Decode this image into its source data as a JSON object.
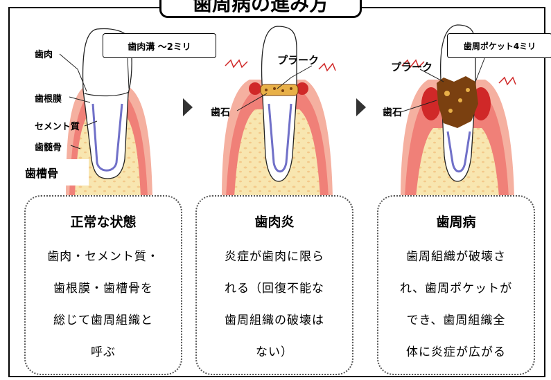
{
  "title": "歯周病の進み方",
  "labels": {
    "gum": "歯肉",
    "pdl": "歯根膜",
    "cementum": "セメント質",
    "bone_marrow": "歯髄骨",
    "alveolar": "歯槽骨",
    "plaque1": "プラーク",
    "calculus1": "歯石",
    "plaque2": "プラーク",
    "calculus2": "歯石",
    "sulcus": "歯肉溝 ～2ミリ",
    "pocket": "歯周ポケット4ミリ"
  },
  "cards": [
    {
      "heading": "正常な状態",
      "lines": [
        "歯肉・セメント質・",
        "歯根膜・歯槽骨を",
        "総じて歯周組織と",
        "呼ぶ"
      ]
    },
    {
      "heading": "歯肉炎",
      "lines": [
        "炎症が歯肉に限ら",
        "れる（回復不能な",
        "歯周組織の破壊は",
        "ない）"
      ]
    },
    {
      "heading": "歯周病",
      "lines": [
        "歯周組織が破壊さ",
        "れ、歯周ポケットが",
        "でき、歯周組織全",
        "体に炎症が広がる"
      ]
    }
  ],
  "colors": {
    "gum": "#f08078",
    "gum_light": "#f5b8a8",
    "bone": "#f8e6b0",
    "tooth": "#ffffff",
    "inflamed": "#d02828",
    "calculus": "#7a4010"
  }
}
